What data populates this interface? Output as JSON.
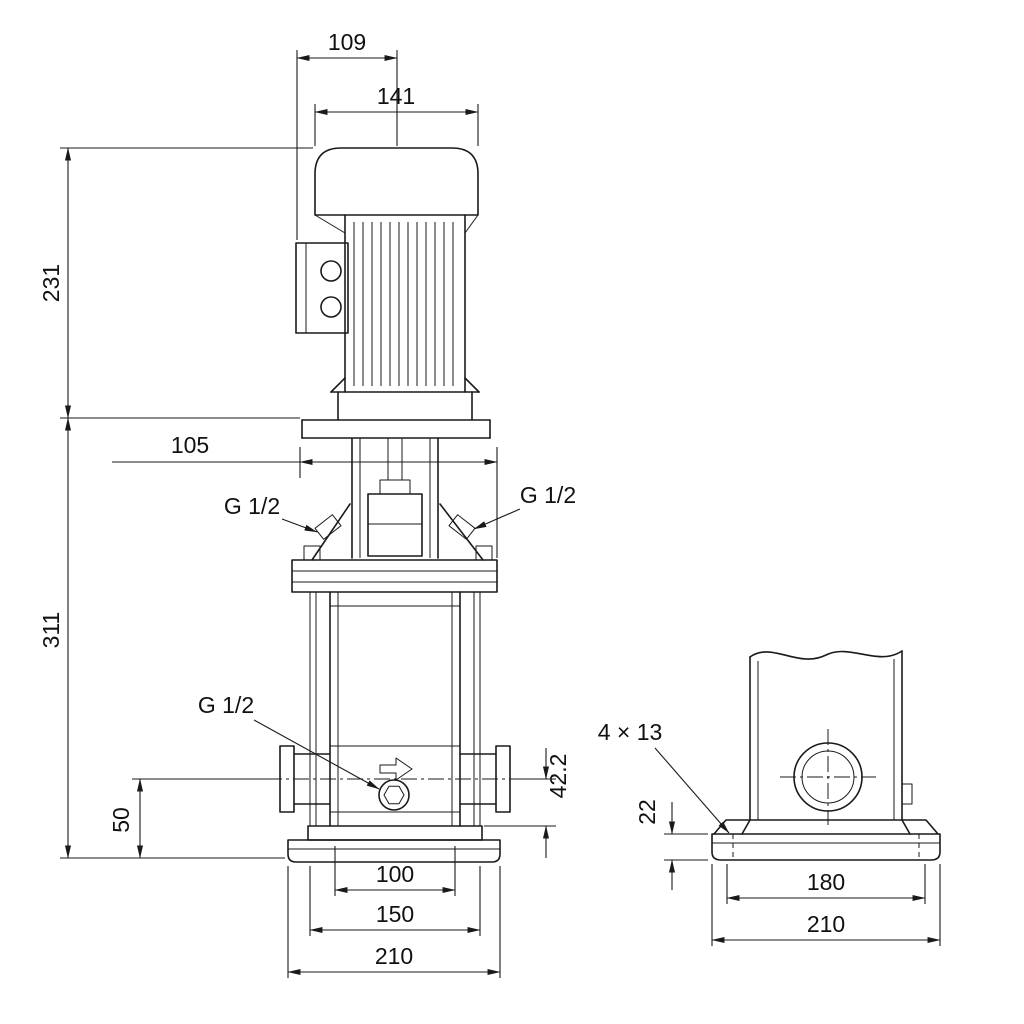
{
  "main_view": {
    "dim_center_to_box": "109",
    "dim_motor_width": "141",
    "dim_motor_height": "231",
    "dim_flange_width": "105",
    "dim_pump_height": "311",
    "plug_top_left": "G 1/2",
    "plug_top_right": "G 1/2",
    "plug_drain": "G 1/2",
    "dim_port_height": "50",
    "dim_port_to_base": "42.2",
    "dim_base_inner": "100",
    "dim_base_mid": "150",
    "dim_base_outer": "210"
  },
  "end_view": {
    "label_bolt_holes": "4 × 13",
    "dim_base_height": "22",
    "dim_bolt_span": "180",
    "dim_base_width": "210"
  }
}
